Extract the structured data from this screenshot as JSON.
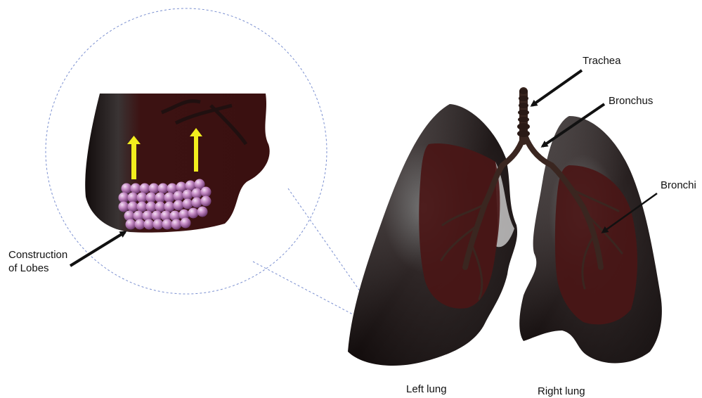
{
  "labels": {
    "trachea": "Trachea",
    "bronchus": "Bronchus",
    "bronchi": "Bronchi",
    "construction_line1": "Construction",
    "construction_line2": "of Lobes",
    "left_lung": "Left lung",
    "right_lung": "Right lung"
  },
  "colors": {
    "lung_dark": "#1a1212",
    "lobe_red": "#4a1616",
    "airway": "#3a2620",
    "sphere": "#c48ac4",
    "arrow_yellow": "#f2ee1e",
    "callout_dashed": "#7a8fd0",
    "pointer_arrow": "#111111"
  },
  "icons": {
    "up_arrow": "yellow-up-arrow-icon",
    "pointer": "black-pointer-arrow-icon",
    "sphere": "alveoli-sphere-icon"
  }
}
